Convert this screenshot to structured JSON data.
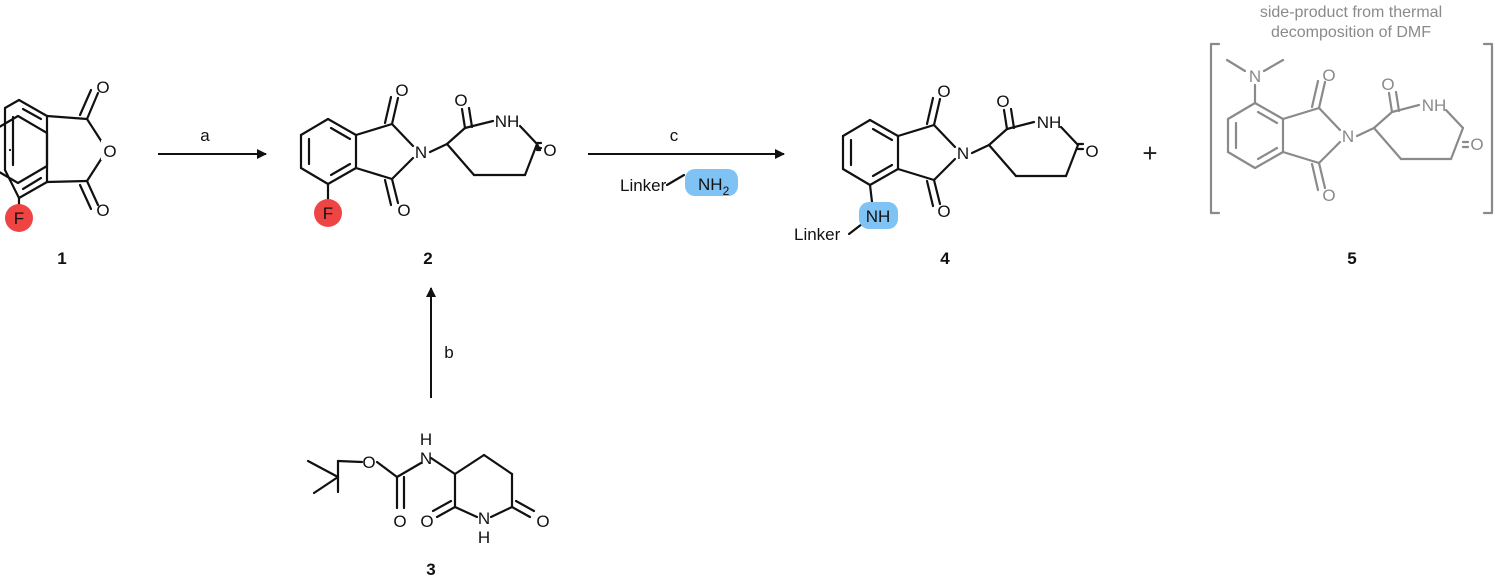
{
  "compounds": {
    "c1": {
      "label": "1"
    },
    "c2": {
      "label": "2"
    },
    "c3": {
      "label": "3"
    },
    "c4": {
      "label": "4"
    },
    "c5": {
      "label": "5"
    }
  },
  "atoms": {
    "O": "O",
    "F": "F",
    "N": "N",
    "NH": "NH",
    "H": "H",
    "NH2_main": "NH",
    "NH2_sub": "2"
  },
  "reagents": {
    "linker": "Linker"
  },
  "steps": {
    "a": "a",
    "b": "b",
    "c": "c"
  },
  "side_product_note": {
    "line1": "side-product from thermal",
    "line2": "decomposition of DMF"
  },
  "plus": "+",
  "colors": {
    "fluorine_highlight": "#ef4444",
    "amine_highlight": "#7fc3f5",
    "side_product_gray": "#8a8a8a",
    "bond_black": "#111111"
  }
}
